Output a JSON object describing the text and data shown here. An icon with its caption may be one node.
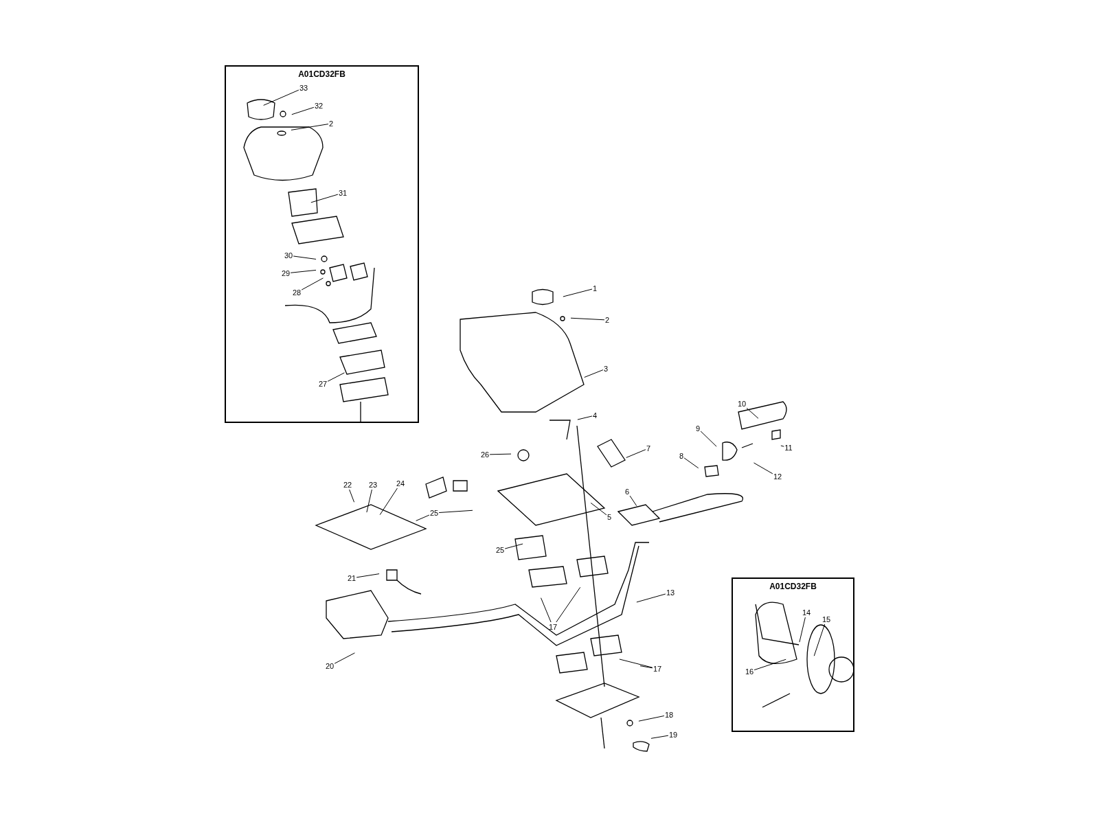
{
  "diagram": {
    "nodes": [
      {
        "text": [
          "A01CD32FB"
        ]
      },
      {
        "text": [
          "33"
        ],
        "in": 0
      },
      {
        "text": [
          "32"
        ],
        "in": 0
      },
      {
        "text": [
          "2"
        ],
        "in": 0
      },
      {
        "text": [
          "31"
        ],
        "in": 0
      },
      {
        "text": [
          "30"
        ],
        "in": 0
      },
      {
        "text": [
          "29"
        ],
        "in": 0
      },
      {
        "text": [
          "28"
        ],
        "in": 0
      },
      {
        "text": [
          "27"
        ],
        "in": 0
      },
      {
        "text": [
          "1"
        ]
      },
      {
        "text": [
          "2"
        ]
      },
      {
        "text": [
          "3"
        ]
      },
      {
        "text": [
          "4"
        ]
      },
      {
        "text": [
          "10"
        ]
      },
      {
        "text": [
          "9"
        ]
      },
      {
        "text": [
          "7"
        ]
      },
      {
        "text": [
          "11"
        ]
      },
      {
        "text": [
          "8"
        ]
      },
      {
        "text": [
          "12"
        ]
      },
      {
        "text": [
          "26"
        ]
      },
      {
        "text": [
          "6"
        ]
      },
      {
        "text": [
          "22"
        ]
      },
      {
        "text": [
          "23"
        ]
      },
      {
        "text": [
          "24"
        ]
      },
      {
        "text": [
          "25"
        ]
      },
      {
        "text": [
          "5"
        ]
      },
      {
        "text": [
          "25"
        ]
      },
      {
        "text": [
          "21"
        ]
      },
      {
        "text": [
          "13"
        ]
      },
      {
        "text": [
          "17"
        ]
      },
      {
        "text": [
          "20"
        ]
      },
      {
        "text": [
          "17"
        ]
      },
      {
        "text": [
          "18"
        ]
      },
      {
        "text": [
          "19"
        ]
      },
      {
        "text": [
          "A01CD32FB"
        ]
      },
      {
        "text": [
          "14"
        ],
        "in": 34
      },
      {
        "text": [
          "15"
        ],
        "in": 34
      },
      {
        "text": [
          "16"
        ],
        "in": 34
      }
    ],
    "edges": [
      {
        "from": 1,
        "to": null,
        "arrow": "none"
      },
      {
        "from": 2,
        "to": null,
        "arrow": "none"
      },
      {
        "from": 3,
        "to": null,
        "arrow": "none"
      },
      {
        "from": 4,
        "to": null,
        "arrow": "none"
      },
      {
        "from": 5,
        "to": null,
        "arrow": "none"
      },
      {
        "from": 6,
        "to": null,
        "arrow": "none"
      },
      {
        "from": 7,
        "to": null,
        "arrow": "none"
      },
      {
        "from": 8,
        "to": null,
        "arrow": "none"
      },
      {
        "from": 9,
        "to": null,
        "arrow": "none"
      },
      {
        "from": 10,
        "to": null,
        "arrow": "none"
      },
      {
        "from": 11,
        "to": null,
        "arrow": "none"
      },
      {
        "from": 12,
        "to": null,
        "arrow": "none"
      },
      {
        "from": 13,
        "to": null,
        "arrow": "none"
      },
      {
        "from": 14,
        "to": null,
        "arrow": "none"
      },
      {
        "from": 15,
        "to": null,
        "arrow": "none"
      },
      {
        "from": 16,
        "to": null,
        "arrow": "none"
      },
      {
        "from": 17,
        "to": null,
        "arrow": "none"
      },
      {
        "from": 18,
        "to": null,
        "arrow": "none"
      },
      {
        "from": 19,
        "to": null,
        "arrow": "none"
      },
      {
        "from": 20,
        "to": null,
        "arrow": "none"
      },
      {
        "from": 21,
        "to": null,
        "arrow": "none"
      },
      {
        "from": 22,
        "to": null,
        "arrow": "none"
      },
      {
        "from": 23,
        "to": null,
        "arrow": "none"
      },
      {
        "from": 24,
        "to": null,
        "arrow": "none"
      },
      {
        "from": 24,
        "to": null,
        "arrow": "none"
      },
      {
        "from": 25,
        "to": null,
        "arrow": "none"
      },
      {
        "from": 26,
        "to": null,
        "arrow": "none"
      },
      {
        "from": 27,
        "to": null,
        "arrow": "none"
      },
      {
        "from": 28,
        "to": null,
        "arrow": "none"
      },
      {
        "from": 29,
        "to": null,
        "arrow": "none"
      },
      {
        "from": 29,
        "to": null,
        "arrow": "none"
      },
      {
        "from": 30,
        "to": null,
        "arrow": "none"
      },
      {
        "from": 31,
        "to": null,
        "arrow": "none"
      },
      {
        "from": 31,
        "to": null,
        "arrow": "none"
      },
      {
        "from": 32,
        "to": null,
        "arrow": "none"
      },
      {
        "from": 33,
        "to": null,
        "arrow": "none"
      },
      {
        "from": 35,
        "to": null,
        "arrow": "none"
      },
      {
        "from": 36,
        "to": null,
        "arrow": "none"
      },
      {
        "from": 37,
        "to": null,
        "arrow": "none"
      }
    ]
  }
}
